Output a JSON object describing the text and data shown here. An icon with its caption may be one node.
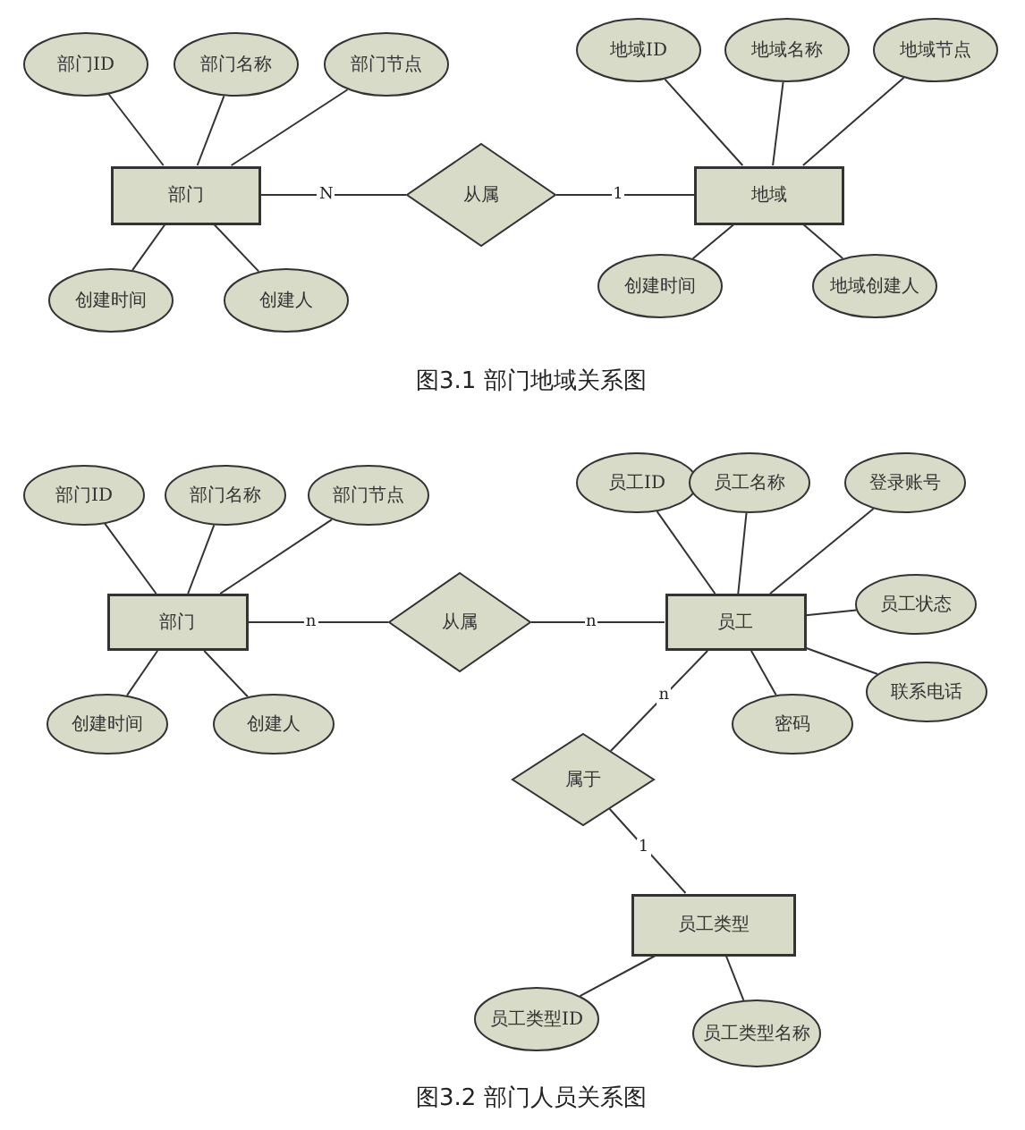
{
  "diagram": {
    "nodes": [
      {
        "text": [
          "部门ID"
        ]
      },
      {
        "text": [
          "部门名称"
        ]
      },
      {
        "text": [
          "部门节点"
        ]
      },
      {
        "text": [
          "部门"
        ]
      },
      {
        "text": [
          "创建时间"
        ]
      },
      {
        "text": [
          "创建人"
        ]
      },
      {
        "text": [
          "从属"
        ]
      },
      {
        "text": [
          "地域ID"
        ]
      },
      {
        "text": [
          "地域名称"
        ]
      },
      {
        "text": [
          "地域节点"
        ]
      },
      {
        "text": [
          "地域"
        ]
      },
      {
        "text": [
          "创建时间"
        ]
      },
      {
        "text": [
          "地域创建人"
        ]
      },
      {
        "text": [
          "部门ID"
        ]
      },
      {
        "text": [
          "部门名称"
        ]
      },
      {
        "text": [
          "部门节点"
        ]
      },
      {
        "text": [
          "部门"
        ]
      },
      {
        "text": [
          "创建时间"
        ]
      },
      {
        "text": [
          "创建人"
        ]
      },
      {
        "text": [
          "从属"
        ]
      },
      {
        "text": [
          "员工ID"
        ]
      },
      {
        "text": [
          "员工名称"
        ]
      },
      {
        "text": [
          "登录账号"
        ]
      },
      {
        "text": [
          "员工"
        ]
      },
      {
        "text": [
          "员工状态"
        ]
      },
      {
        "text": [
          "联系电话"
        ]
      },
      {
        "text": [
          "密码"
        ]
      },
      {
        "text": [
          "属于"
        ]
      },
      {
        "text": [
          "员工类型"
        ]
      },
      {
        "text": [
          "员工类型ID"
        ]
      },
      {
        "text": [
          "员工类型名称"
        ]
      }
    ],
    "edges": [
      {
        "from": 0,
        "to": 3,
        "arrow": "none"
      },
      {
        "from": 1,
        "to": 3,
        "arrow": "none"
      },
      {
        "from": 2,
        "to": 3,
        "arrow": "none"
      },
      {
        "from": 4,
        "to": 3,
        "arrow": "none"
      },
      {
        "from": 5,
        "to": 3,
        "arrow": "none"
      },
      {
        "from": 3,
        "to": 6,
        "arrow": "none",
        "label": "N"
      },
      {
        "from": 6,
        "to": 10,
        "arrow": "none",
        "label": "1"
      },
      {
        "from": 7,
        "to": 10,
        "arrow": "none"
      },
      {
        "from": 8,
        "to": 10,
        "arrow": "none"
      },
      {
        "from": 9,
        "to": 10,
        "arrow": "none"
      },
      {
        "from": 11,
        "to": 10,
        "arrow": "none"
      },
      {
        "from": 12,
        "to": 10,
        "arrow": "none"
      },
      {
        "from": 13,
        "to": 16,
        "arrow": "none"
      },
      {
        "from": 14,
        "to": 16,
        "arrow": "none"
      },
      {
        "from": 15,
        "to": 16,
        "arrow": "none"
      },
      {
        "from": 17,
        "to": 16,
        "arrow": "none"
      },
      {
        "from": 18,
        "to": 16,
        "arrow": "none"
      },
      {
        "from": 16,
        "to": 19,
        "arrow": "none",
        "label": "n"
      },
      {
        "from": 19,
        "to": 23,
        "arrow": "none",
        "label": "n"
      },
      {
        "from": 20,
        "to": 23,
        "arrow": "none"
      },
      {
        "from": 21,
        "to": 23,
        "arrow": "none"
      },
      {
        "from": 22,
        "to": 23,
        "arrow": "none"
      },
      {
        "from": 24,
        "to": 23,
        "arrow": "none"
      },
      {
        "from": 25,
        "to": 23,
        "arrow": "none"
      },
      {
        "from": 26,
        "to": 23,
        "arrow": "none"
      },
      {
        "from": 23,
        "to": 27,
        "arrow": "none",
        "label": "n"
      },
      {
        "from": 27,
        "to": 28,
        "arrow": "none",
        "label": "1"
      },
      {
        "from": 29,
        "to": 28,
        "arrow": "none"
      },
      {
        "from": 30,
        "to": 28,
        "arrow": "none"
      }
    ],
    "labels": [
      "图3.1  部门地域关系图",
      "图3.2  部门人员关系图"
    ]
  }
}
